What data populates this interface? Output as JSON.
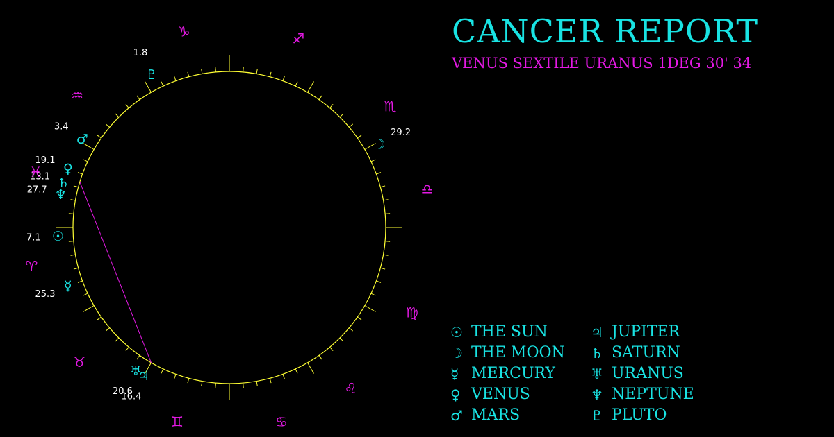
{
  "header": {
    "title": "CANCER REPORT",
    "subtitle": "VENUS SEXTILE URANUS 1DEG 30' 34"
  },
  "colors": {
    "background": "#000000",
    "ring": "#ffff33",
    "planet": "#19e3e3",
    "sign": "#e419e4",
    "label": "#ffffff",
    "aspect": "#e419e4"
  },
  "zodiac": [
    {
      "glyph": "♑",
      "angle": 103
    },
    {
      "glyph": "♐",
      "angle": 70
    },
    {
      "glyph": "♏",
      "angle": 37
    },
    {
      "glyph": "♎",
      "angle": 11
    },
    {
      "glyph": "♍",
      "angle": -25
    },
    {
      "glyph": "♌",
      "angle": -53
    },
    {
      "glyph": "♋",
      "angle": -75
    },
    {
      "glyph": "♊",
      "angle": -105
    },
    {
      "glyph": "♉",
      "angle": -138
    },
    {
      "glyph": "♈",
      "angle": -169
    },
    {
      "glyph": "♓",
      "angle": 164
    },
    {
      "glyph": "♒",
      "angle": 139
    }
  ],
  "planets": [
    {
      "name": "pluto",
      "glyph": "♇",
      "degree": "1.8",
      "angle": 117
    },
    {
      "name": "moon",
      "glyph": "☽",
      "degree": "29.2",
      "angle": 29
    },
    {
      "name": "mars",
      "glyph": "♂",
      "degree": "3.4",
      "angle": 149
    },
    {
      "name": "venus",
      "glyph": "♀",
      "degree": "19.1",
      "angle": 160
    },
    {
      "name": "saturn",
      "glyph": "♄",
      "degree": "13.1",
      "angle": 165
    },
    {
      "name": "neptune",
      "glyph": "♆",
      "degree": "27.7",
      "angle": 169
    },
    {
      "name": "sun",
      "glyph": "☉",
      "degree": "7.1",
      "angle": 183
    },
    {
      "name": "mercury",
      "glyph": "☿",
      "degree": "25.3",
      "angle": 200
    },
    {
      "name": "jupiter",
      "glyph": "♃",
      "degree": "16.4",
      "angle": 240
    },
    {
      "name": "uranus",
      "glyph": "♅",
      "degree": "20.6",
      "angle": 237
    }
  ],
  "aspect_line": {
    "from": "venus",
    "to": "uranus",
    "from_angle": 163,
    "to_angle": 240
  },
  "legend": [
    {
      "glyph": "☉",
      "label": "THE SUN"
    },
    {
      "glyph": "☽",
      "label": "THE MOON"
    },
    {
      "glyph": "☿",
      "label": "MERCURY"
    },
    {
      "glyph": "♀",
      "label": "VENUS"
    },
    {
      "glyph": "♂",
      "label": "MARS"
    },
    {
      "glyph": "♃",
      "label": "JUPITER"
    },
    {
      "glyph": "♄",
      "label": "SATURN"
    },
    {
      "glyph": "♅",
      "label": "URANUS"
    },
    {
      "glyph": "♆",
      "label": "NEPTUNE"
    },
    {
      "glyph": "♇",
      "label": "PLUTO"
    }
  ]
}
